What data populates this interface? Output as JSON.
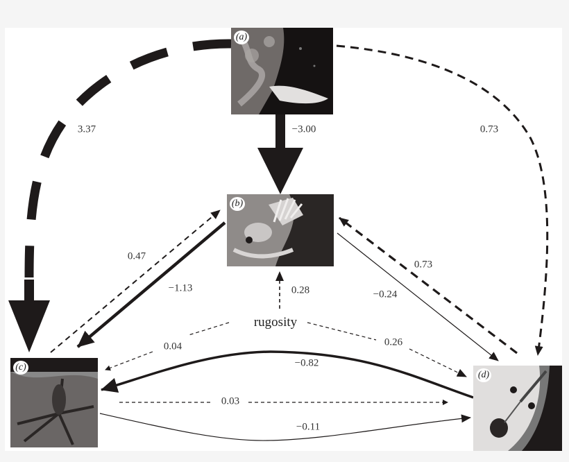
{
  "figure": {
    "background": "#f5f5f5",
    "panel_background": "#ffffff",
    "ink_color": "#1e1a1a"
  },
  "nodes": {
    "a": {
      "badge": "(a)"
    },
    "b": {
      "badge": "(b)"
    },
    "c": {
      "badge": "(c)"
    },
    "d": {
      "badge": "(d)"
    },
    "rugosity": {
      "label": "rugosity"
    }
  },
  "edges": [
    {
      "from": "a",
      "to": "c",
      "value": "3.37",
      "style": "dashed",
      "weight": "very-thick"
    },
    {
      "from": "a",
      "to": "b",
      "value": "−3.00",
      "style": "solid",
      "weight": "very-thick"
    },
    {
      "from": "a",
      "to": "d",
      "value": "0.73",
      "style": "dashed",
      "weight": "medium"
    },
    {
      "from": "c",
      "to": "b",
      "value": "0.47",
      "style": "dashed",
      "weight": "thin"
    },
    {
      "from": "b",
      "to": "c",
      "value": "−1.13",
      "style": "solid",
      "weight": "thick"
    },
    {
      "from": "rugosity",
      "to": "b",
      "value": "0.28",
      "style": "dashed",
      "weight": "thin"
    },
    {
      "from": "b",
      "to": "d",
      "value": "−0.24",
      "style": "solid",
      "weight": "thin"
    },
    {
      "from": "d",
      "to": "b",
      "value": "0.73",
      "style": "dashed",
      "weight": "medium"
    },
    {
      "from": "rugosity",
      "to": "c",
      "value": "0.04",
      "style": "dashed",
      "weight": "thin"
    },
    {
      "from": "rugosity",
      "to": "d",
      "value": "0.26",
      "style": "dashed",
      "weight": "thin"
    },
    {
      "from": "d",
      "to": "c",
      "value": "−0.82",
      "style": "solid",
      "weight": "thick"
    },
    {
      "from": "c",
      "to": "d",
      "value": "0.03",
      "style": "dashed",
      "weight": "thin"
    },
    {
      "from": "c",
      "to": "d",
      "value": "−0.11",
      "style": "solid",
      "weight": "thin"
    }
  ]
}
